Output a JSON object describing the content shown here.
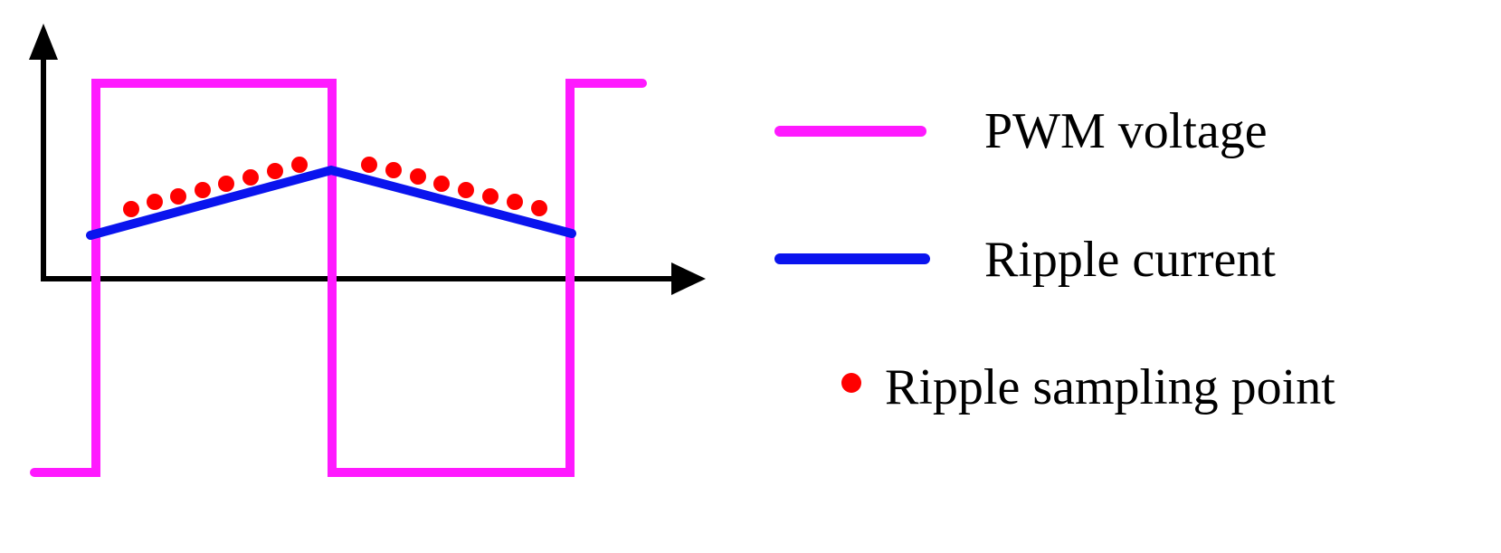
{
  "colors": {
    "pwm": "#ff1aff",
    "ripple": "#0a14ee",
    "sample": "#ff0000",
    "axis": "#000000"
  },
  "legend": {
    "pwm_label": "PWM voltage",
    "ripple_label": "Ripple current",
    "sample_label": "Ripple sampling point"
  }
}
